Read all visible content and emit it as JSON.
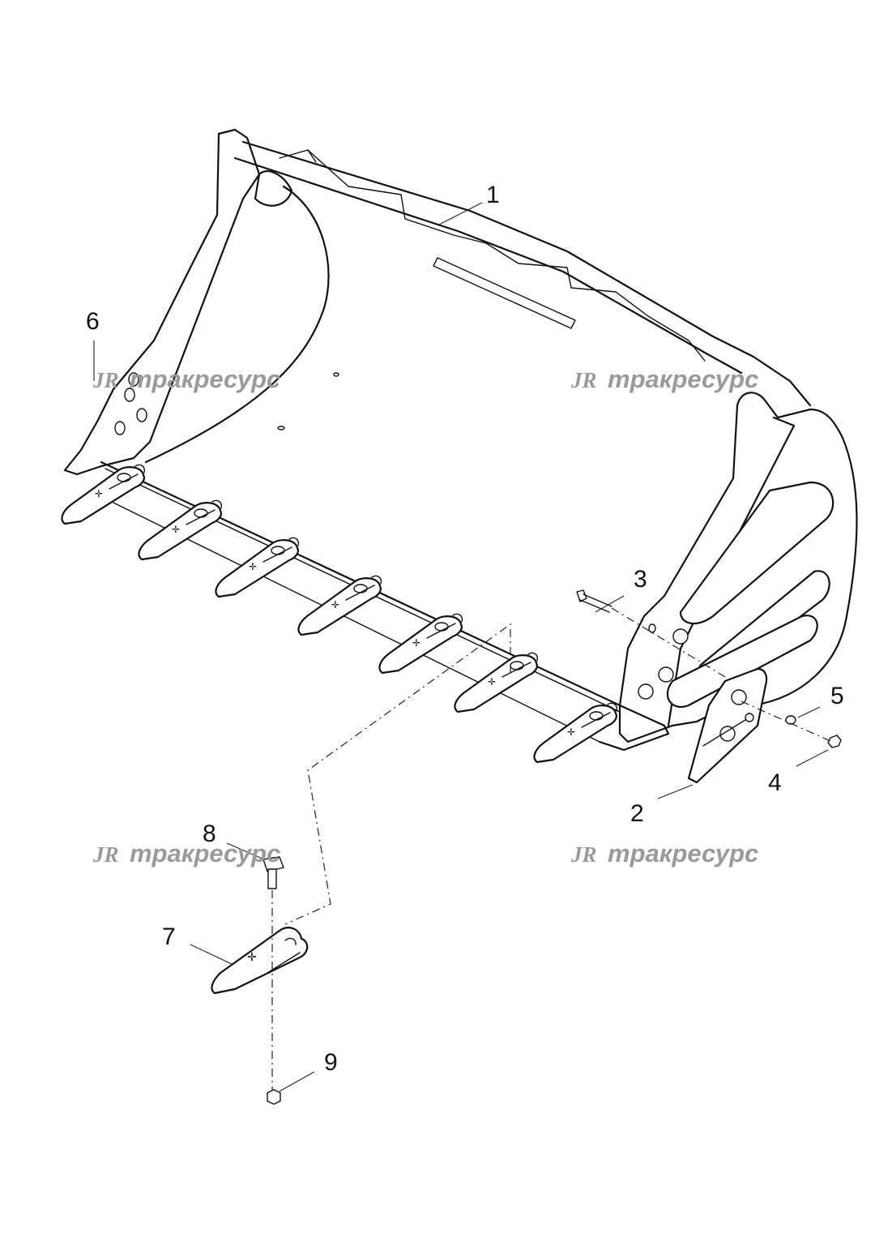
{
  "callouts": [
    "1",
    "2",
    "3",
    "4",
    "5",
    "6",
    "7",
    "8",
    "9"
  ],
  "watermark": {
    "logo": "JR",
    "text": "тракресурс"
  }
}
